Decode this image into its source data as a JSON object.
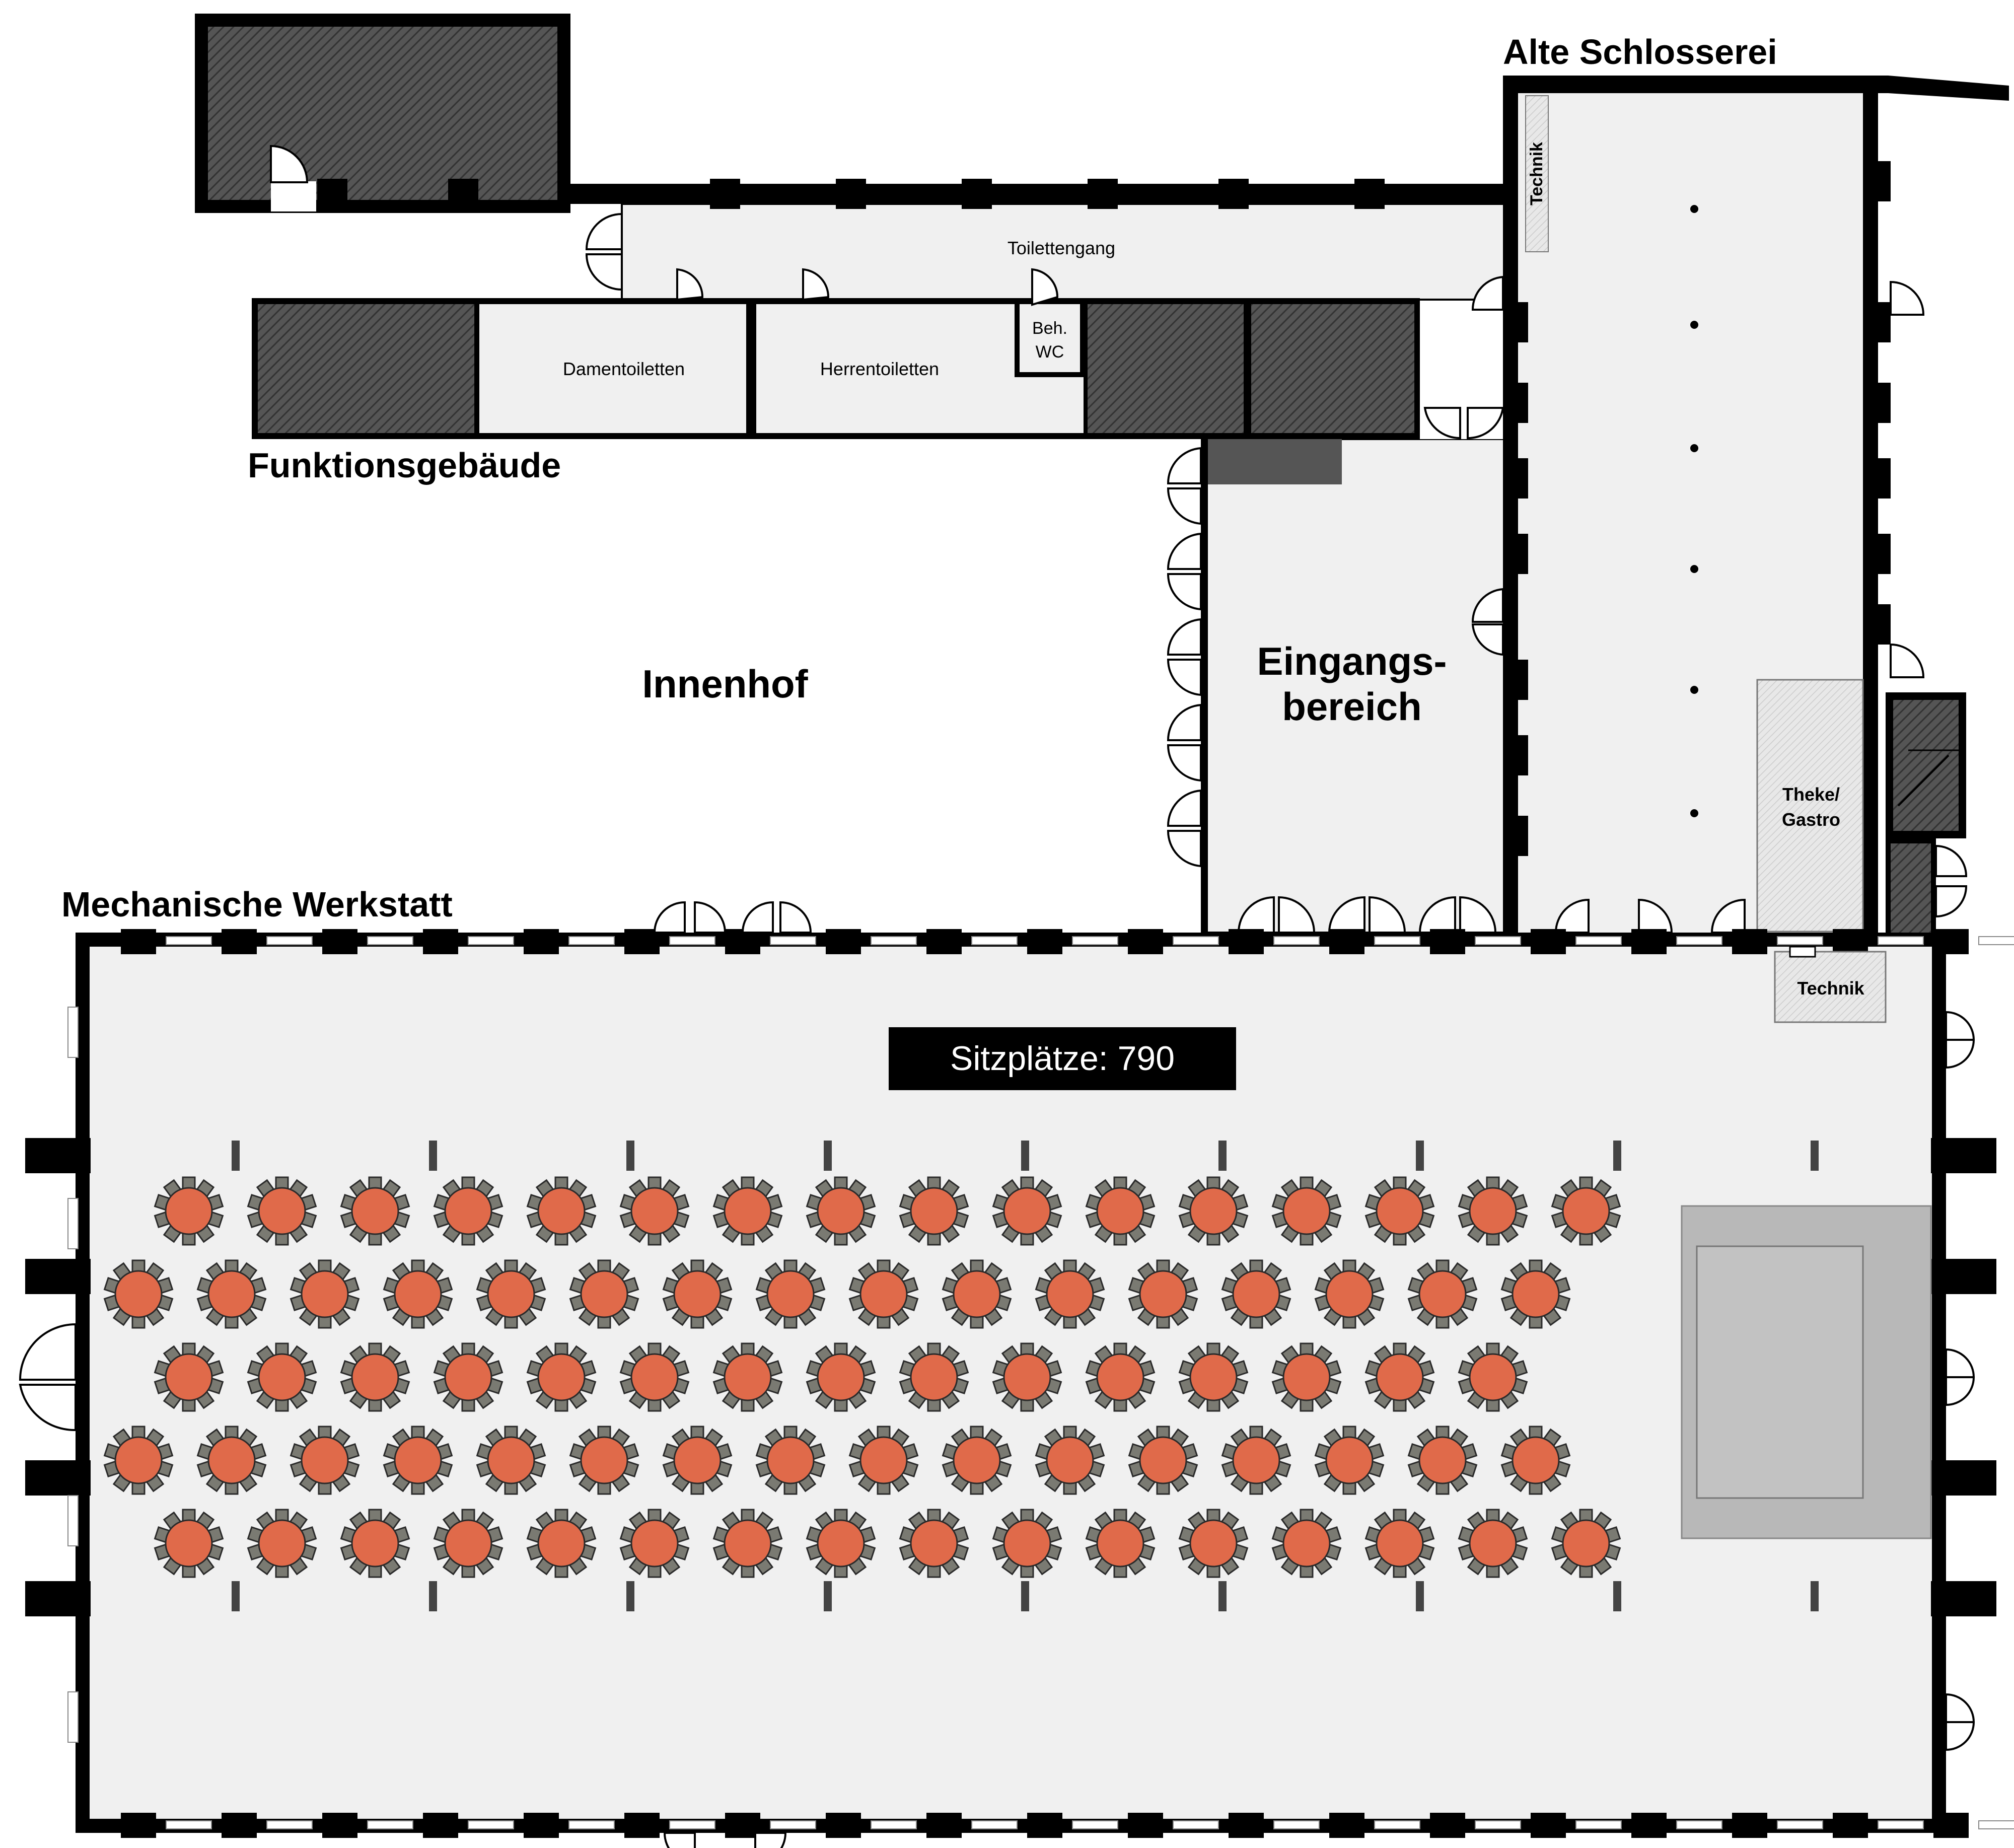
{
  "labels": {
    "alte_schlosserei": "Alte Schlosserei",
    "funktionsgebaeude": "Funktionsgebäude",
    "toilettengang": "Toilettengang",
    "damentoiletten": "Damentoiletten",
    "herrentoiletten": "Herrentoiletten",
    "beh_wc_line1": "Beh.",
    "beh_wc_line2": "WC",
    "innenhof": "Innenhof",
    "eingangsbereich_line1": "Eingangs-",
    "eingangsbereich_line2": "bereich",
    "mechanische_werkstatt": "Mechanische Werkstatt",
    "technik_top": "Technik",
    "technik_bottom": "Technik",
    "theke_line1": "Theke/",
    "theke_line2": "Gastro"
  },
  "seating": {
    "label": "Sitzplätze: 790",
    "rows": [
      16,
      16,
      15,
      16,
      16
    ]
  },
  "colors": {
    "wall": "#000000",
    "floor": "#f0f0f0",
    "hatched": "#4a4a4a",
    "table": "#e06a4a",
    "chair": "#7a7a72",
    "stage": "#b8b8b8",
    "label_bg": "#000000",
    "label_fg": "#ffffff"
  }
}
